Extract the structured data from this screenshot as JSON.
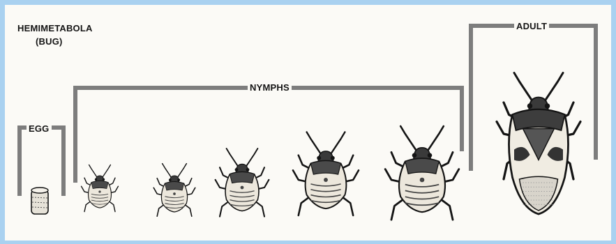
{
  "title": {
    "line1": "HEMIMETABOLA",
    "line2": "(BUG)"
  },
  "stages": {
    "egg": "EGG",
    "nymphs": "NYMPHS",
    "adult": "ADULT"
  },
  "colors": {
    "frame": "#a9d1f0",
    "bracket": "#7d7d7d",
    "ink": "#141414",
    "paper": "#fbfaf6"
  }
}
